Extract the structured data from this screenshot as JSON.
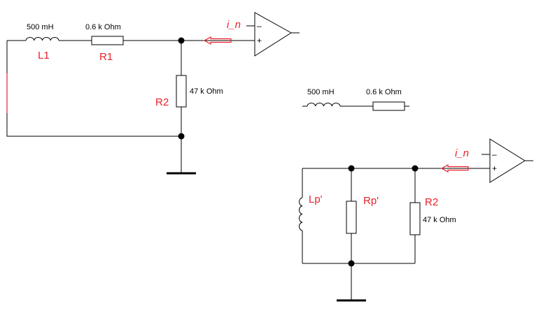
{
  "colors": {
    "wire": "#000000",
    "label": "#e8202a",
    "arrow": "#e8202a"
  },
  "circuit1": {
    "l1_value": "500 mH",
    "l1_name": "L1",
    "r1_value": "0.6 k Ohm",
    "r1_name": "R1",
    "r2_name": "R2",
    "r2_value": "47 k Ohm",
    "current_label": "i_n",
    "opamp_minus": "–",
    "opamp_plus": "+"
  },
  "series_model": {
    "l_value": "500 mH",
    "r_value": "0.6 k Ohm"
  },
  "circuit2": {
    "lp_name": "Lp'",
    "rp_name": "Rp'",
    "r2_name": "R2",
    "r2_value": "47 k Ohm",
    "current_label": "i_n",
    "opamp_minus": "–",
    "opamp_plus": "+"
  }
}
